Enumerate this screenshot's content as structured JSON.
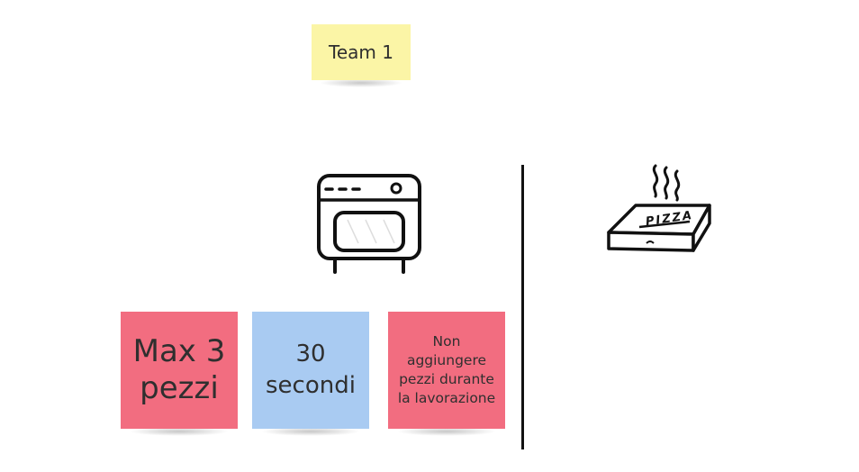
{
  "board": {
    "team_note": "Team 1",
    "notes": {
      "max": "Max 3 pezzi",
      "secondi": "30 secondi",
      "non": "Non aggiungere pezzi durante la lavorazione"
    },
    "icons": {
      "oven": "oven-icon",
      "pizza_box": "pizza-box-icon"
    },
    "pizza_box_label": "PIZZA",
    "colors": {
      "yellow_note": "#fbf5a6",
      "red_note": "#f26d80",
      "blue_note": "#a9cbf2"
    }
  }
}
